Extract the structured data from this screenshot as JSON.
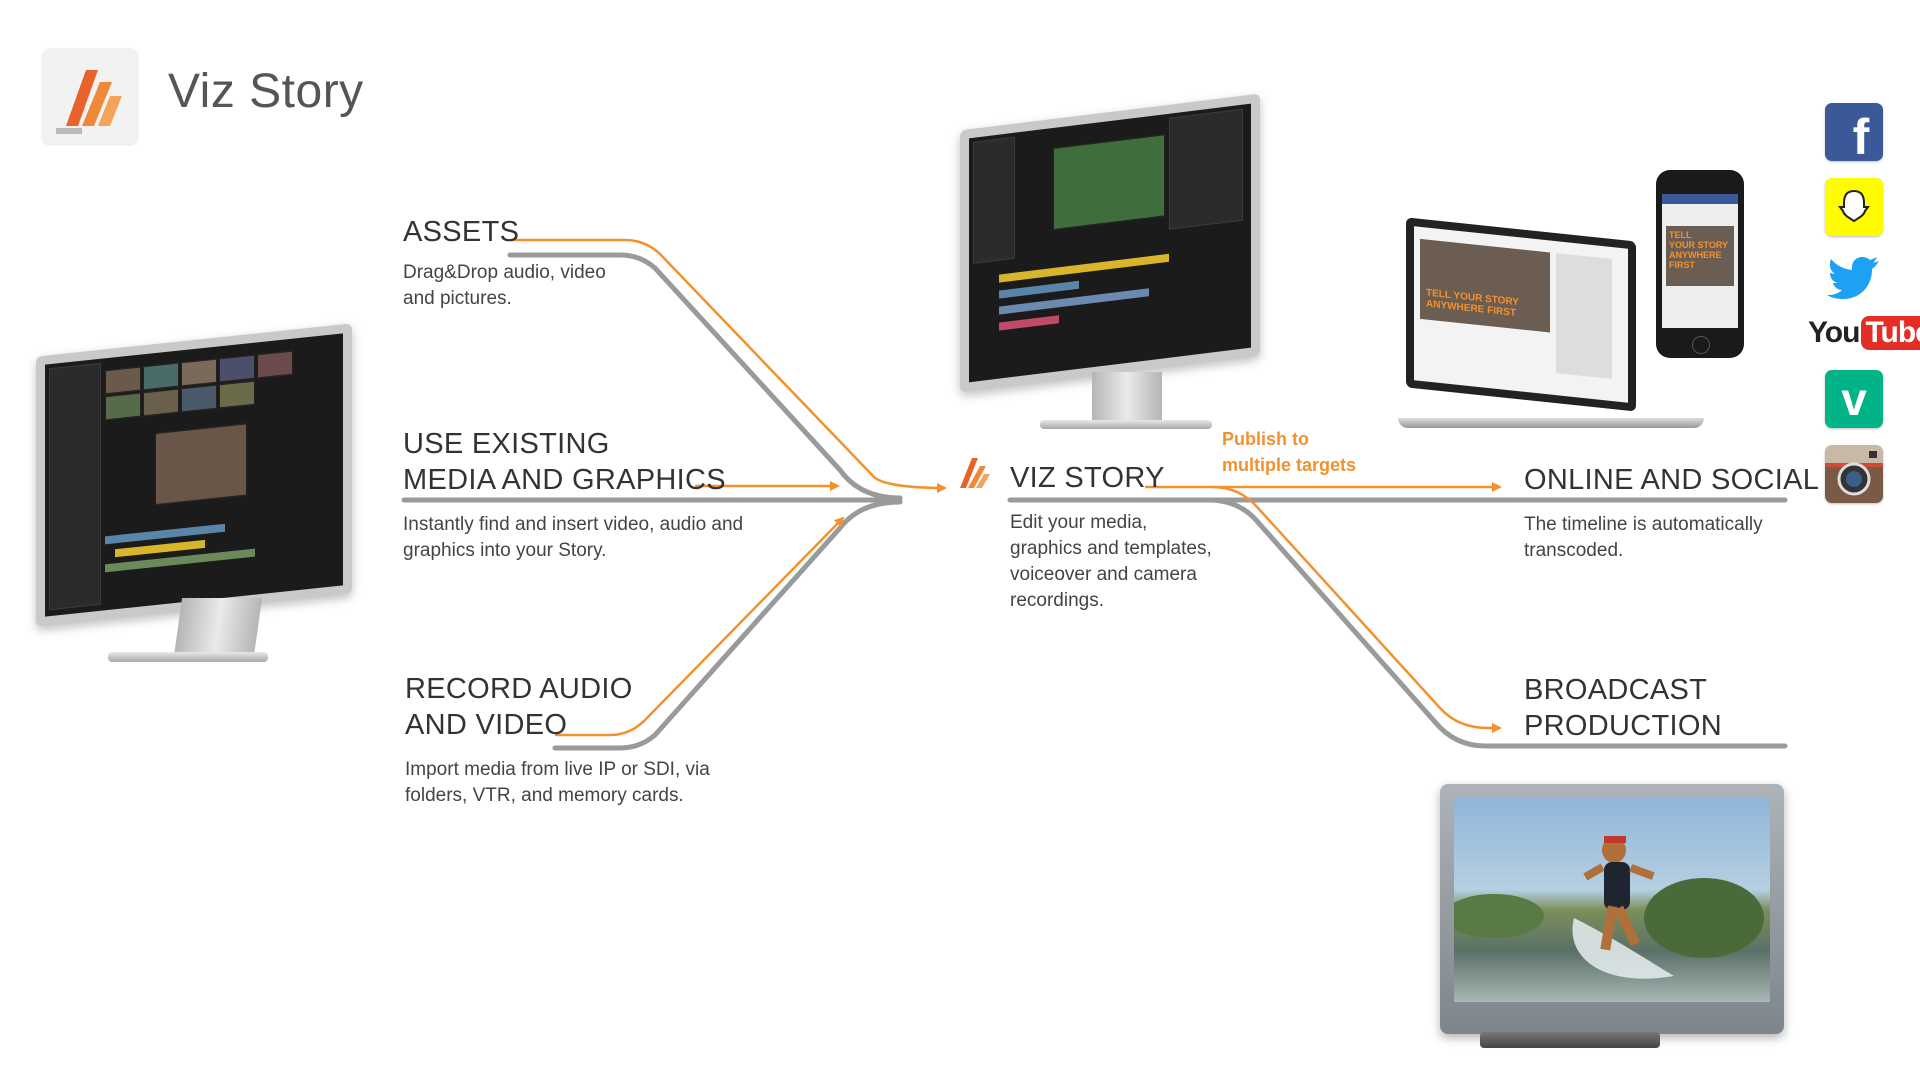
{
  "header": {
    "title": "Viz Story"
  },
  "inputs": [
    {
      "title_lines": [
        "ASSETS"
      ],
      "description_lines": [
        "Drag&Drop audio, video",
        "and pictures."
      ]
    },
    {
      "title_lines": [
        "USE EXISTING",
        "MEDIA AND GRAPHICS"
      ],
      "description_lines": [
        "Instantly find and insert video, audio and",
        "graphics into your Story."
      ]
    },
    {
      "title_lines": [
        "RECORD AUDIO",
        "AND VIDEO"
      ],
      "description_lines": [
        "Import media from live IP or SDI, via",
        "folders, VTR, and memory cards."
      ]
    }
  ],
  "center": {
    "title": "VIZ STORY",
    "description_lines": [
      "Edit your media,",
      "graphics and templates,",
      "voiceover and camera",
      "recordings."
    ]
  },
  "publish_note_lines": [
    "Publish to",
    "multiple targets"
  ],
  "outputs": [
    {
      "title_lines": [
        "ONLINE AND SOCIAL"
      ],
      "description_lines": [
        "The timeline is automatically",
        "transcoded."
      ]
    },
    {
      "title_lines": [
        "BROADCAST",
        "PRODUCTION"
      ],
      "description_lines": []
    }
  ],
  "phone_overlay_lines": [
    "TELL",
    "YOUR STORY",
    "ANYWHERE",
    "FIRST"
  ],
  "laptop_overlay_lines": [
    "TELL YOUR STORY",
    "ANYWHERE FIRST"
  ],
  "social_icons": [
    {
      "name": "facebook-icon",
      "color": "#3b5998",
      "glyph": "f"
    },
    {
      "name": "snapchat-icon",
      "color": "#fffc00",
      "glyph": ""
    },
    {
      "name": "twitter-icon",
      "color": "#ffffff",
      "glyph": ""
    },
    {
      "name": "youtube-icon",
      "color": "#ffffff",
      "glyph": ""
    },
    {
      "name": "vine-icon",
      "color": "#00b488",
      "glyph": "v"
    },
    {
      "name": "instagram-icon",
      "color": "#8a6a52",
      "glyph": ""
    }
  ],
  "youtube_label": {
    "you": "You",
    "tube": "Tube"
  },
  "colors": {
    "accent": "#f2922e",
    "line_gray": "#9a9a9a",
    "logo_orange": "#e8622c"
  }
}
